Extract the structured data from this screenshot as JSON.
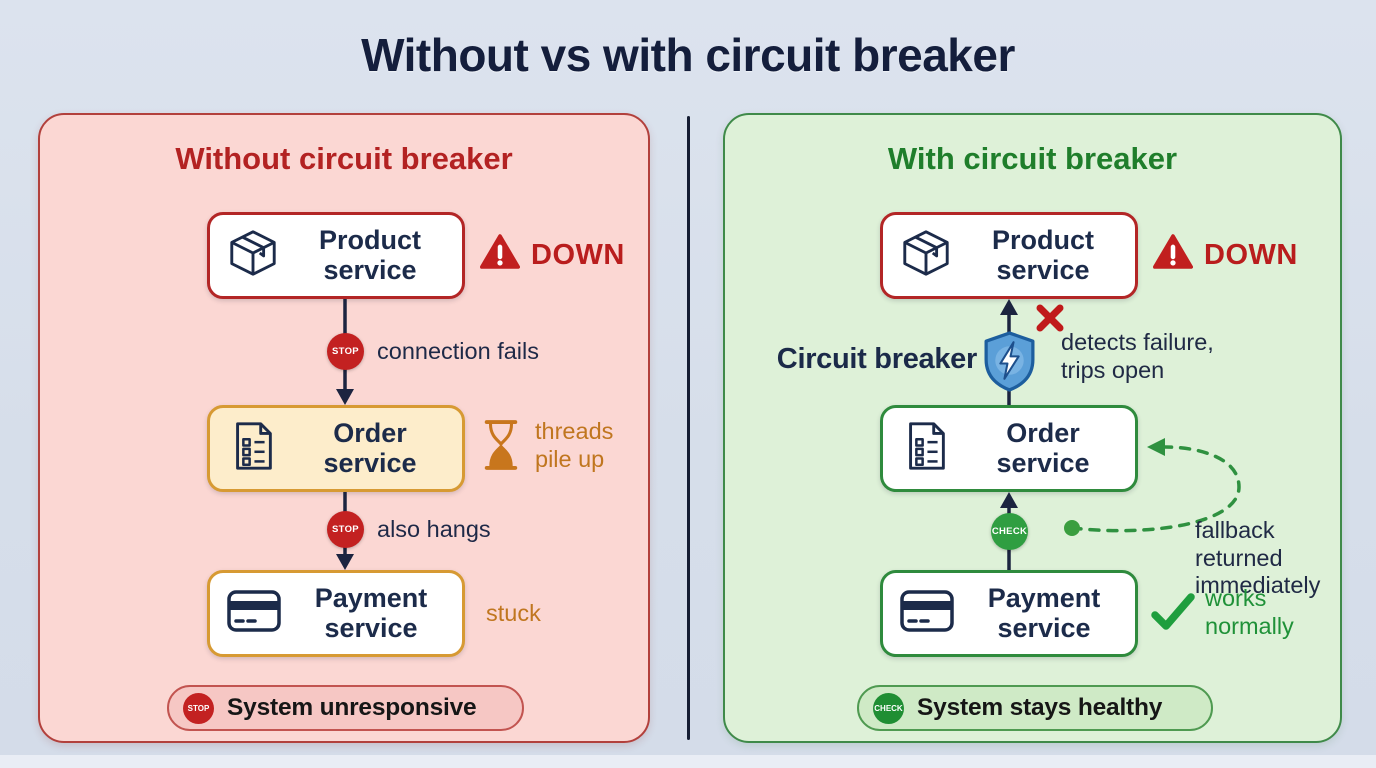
{
  "title": "Without vs with circuit breaker",
  "left": {
    "heading": "Without circuit breaker",
    "product": {
      "label": "Product service",
      "icon": "package-icon",
      "status": "DOWN"
    },
    "edge1": {
      "badge": "STOP",
      "label": "connection fails"
    },
    "order": {
      "label": "Order service",
      "icon": "checklist-icon",
      "note": "threads pile up"
    },
    "edge2": {
      "badge": "STOP",
      "label": "also hangs"
    },
    "payment": {
      "label": "Payment service",
      "icon": "credit-card-icon",
      "note": "stuck"
    },
    "footer": {
      "badge": "STOP",
      "label": "System unresponsive"
    }
  },
  "right": {
    "heading": "With circuit breaker",
    "product": {
      "label": "Product service",
      "icon": "package-icon",
      "status": "DOWN"
    },
    "breaker": {
      "label": "Circuit breaker",
      "icon": "shield-bolt-icon",
      "note": "detects failure, trips open"
    },
    "order": {
      "label": "Order service",
      "icon": "checklist-icon",
      "note": "fallback returned immediately"
    },
    "edge": {
      "badge": "CHECK"
    },
    "payment": {
      "label": "Payment service",
      "icon": "credit-card-icon",
      "note": "works normally"
    },
    "footer": {
      "badge": "CHECK",
      "label": "System stays healthy"
    }
  },
  "colors": {
    "page_background": "#d6deea",
    "title_text": "#141e3c",
    "left_panel_bg": "#fbd7d3",
    "left_panel_border": "#b2403c",
    "left_heading": "#b32222",
    "right_panel_bg": "#def1d8",
    "right_panel_border": "#3f8a49",
    "right_heading": "#1f7e2b",
    "danger_red": "#b91d1d",
    "warning_orange": "#c0761f",
    "healthy_green": "#1f9138",
    "shield_blue": "#5b9fd8",
    "node_text": "#1c2b4a"
  }
}
